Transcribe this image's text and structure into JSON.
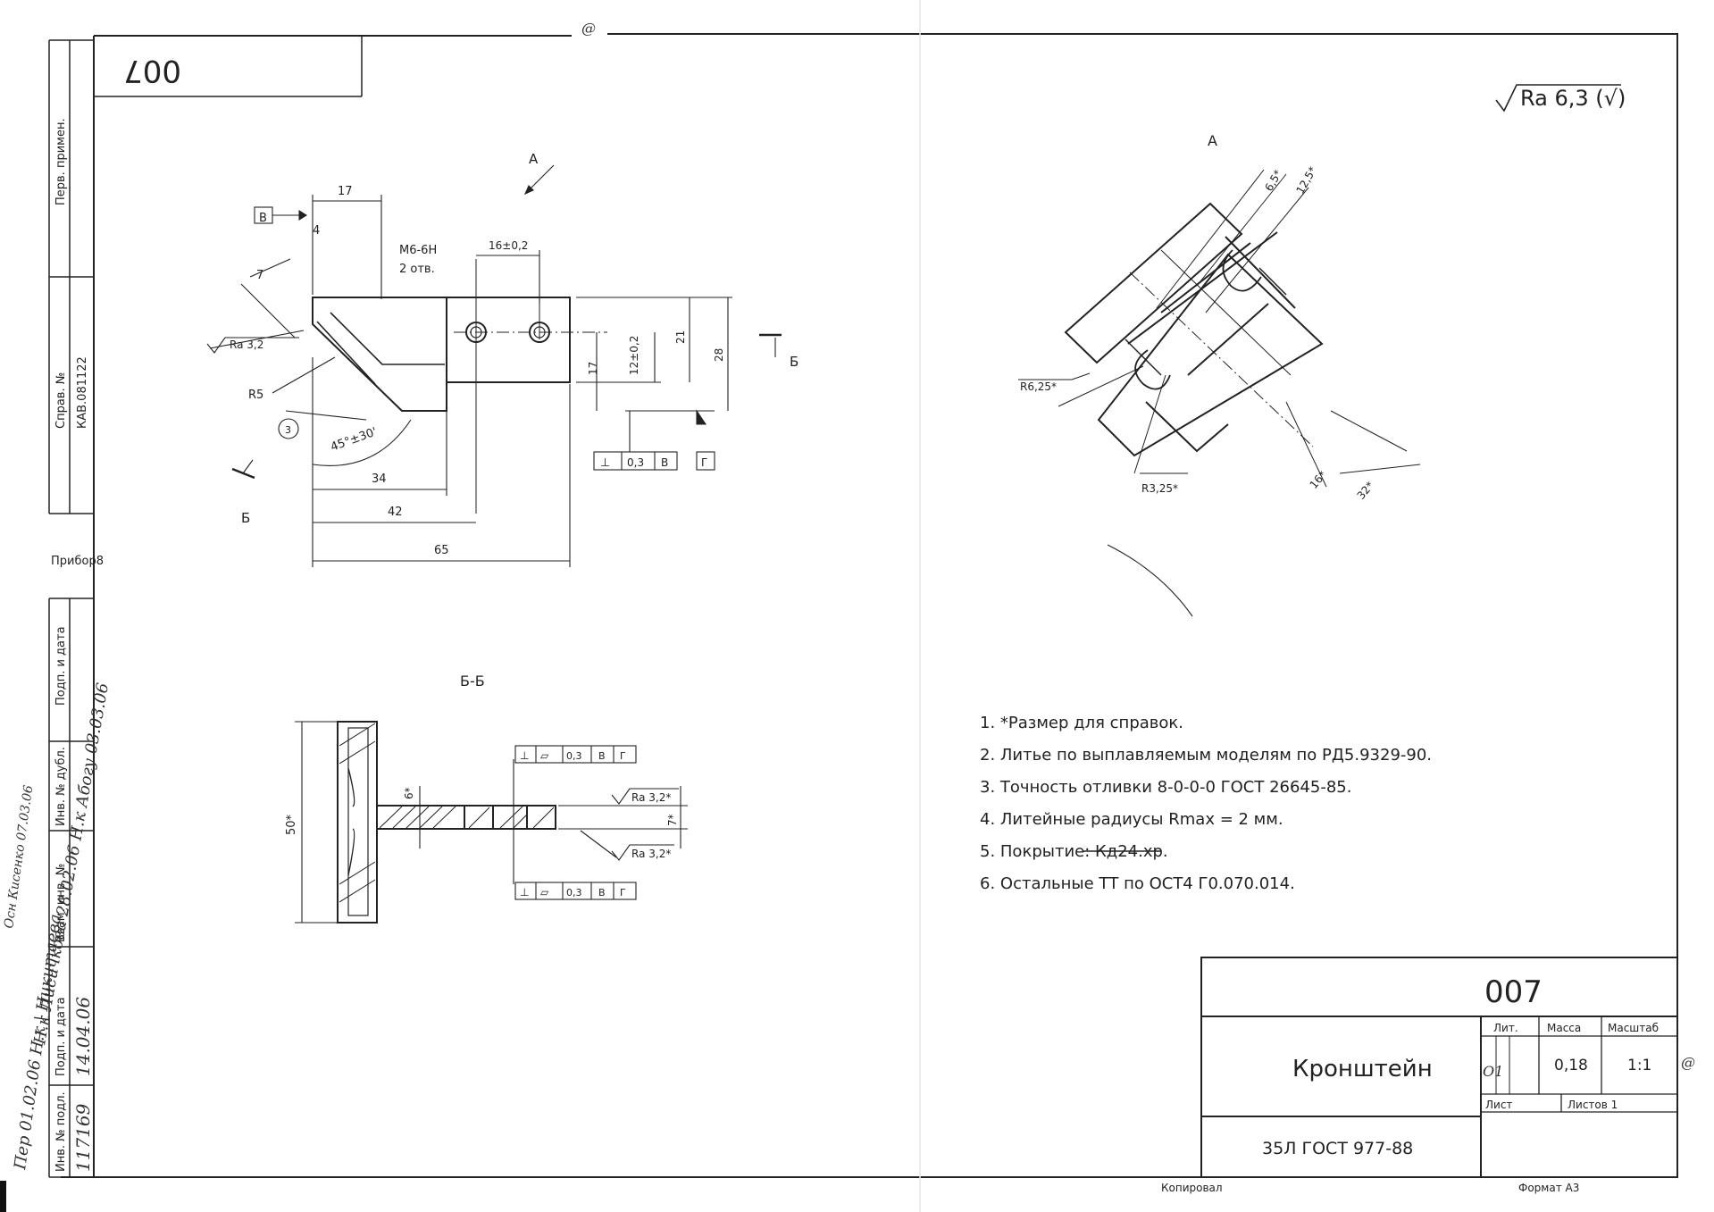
{
  "top_stamp": "007",
  "top_circle_mark": "@",
  "roughness_general": "Ra 6,3 (√)",
  "left_strip": {
    "perv_primen": "Перв. примен.",
    "sprav_no": "Справ. №",
    "sprav_value": "КАВ.081122",
    "pribor": "Прибор8",
    "podp_data": "Подп. и дата",
    "inv_dubl": "Инв. № дубл.",
    "vzam_inv": "Взам. инв. №",
    "podp_data2": "Подп. и дата",
    "inv_podl": "Инв. № подл.",
    "inv_podl_value": "117169",
    "hand_date1": "14.04.06",
    "hand_note1": "Н.к Лисичкова 28.02.06 Н.к Абогу 03.03.06",
    "hand_note2": "Пер 01.02.06 Н.к | Никитаева",
    "hand_note3": "Осн Кисенко 07.03.06"
  },
  "main_view": {
    "view_arrow_label": "А",
    "section_mark": "Б",
    "datum_box": "В",
    "dim_17_top": "17",
    "dim_4": "4",
    "dim_7": "7",
    "thread_label": "М6-6Н",
    "thread_count": "2 отв.",
    "dim_16": "16±0,2",
    "rough_32": "Ra 3,2",
    "r5": "R5",
    "circle_3": "3",
    "angle": "45°±30'",
    "dim_17_v": "17",
    "dim_12": "12±0,2",
    "dim_21": "21",
    "dim_28": "28",
    "dim_34": "34",
    "dim_42": "42",
    "dim_65": "65",
    "tolerance_frame": [
      "⊥",
      "0,3",
      "В"
    ],
    "datum_g": "Г"
  },
  "section_bb": {
    "title": "Б-Б",
    "dim_50": "50*",
    "dim_6": "6*",
    "dim_7": "7*",
    "rough_top": "Ra 3,2*",
    "rough_bottom": "Ra 3,2*",
    "frame_top": [
      "⊥",
      "▱",
      "0,3",
      "В",
      "Г"
    ],
    "frame_bottom": [
      "⊥",
      "▱",
      "0,3",
      "В",
      "Г"
    ]
  },
  "view_a": {
    "title": "А",
    "dim_65": "6,5*",
    "dim_125": "12,5*",
    "r625": "R6,25*",
    "r325": "R3,25*",
    "dim_16": "16*",
    "dim_32": "32*"
  },
  "notes": [
    "1. *Размер для справок.",
    "2. Литье по выплавляемым моделям по РД5.9329-90.",
    "3. Точность отливки 8-0-0-0 ГОСТ 26645-85.",
    "4. Литейные радиусы Rmax = 2 мм.",
    "5. Покрытие: Кд24.хр.",
    "6. Остальные ТТ по ОСТ4 Г0.070.014."
  ],
  "title_block": {
    "designation": "007",
    "name": "Кронштейн",
    "material": "35Л ГОСТ 977-88",
    "lit_label": "Лит.",
    "lit_value": "О1",
    "mass_label": "Масса",
    "mass_value": "0,18",
    "scale_label": "Масштаб",
    "scale_value": "1:1",
    "sheet_label": "Лист",
    "sheets_label": "Листов 1",
    "copied": "Копировал",
    "format": "Формат А3"
  },
  "right_circle_mark": "@"
}
